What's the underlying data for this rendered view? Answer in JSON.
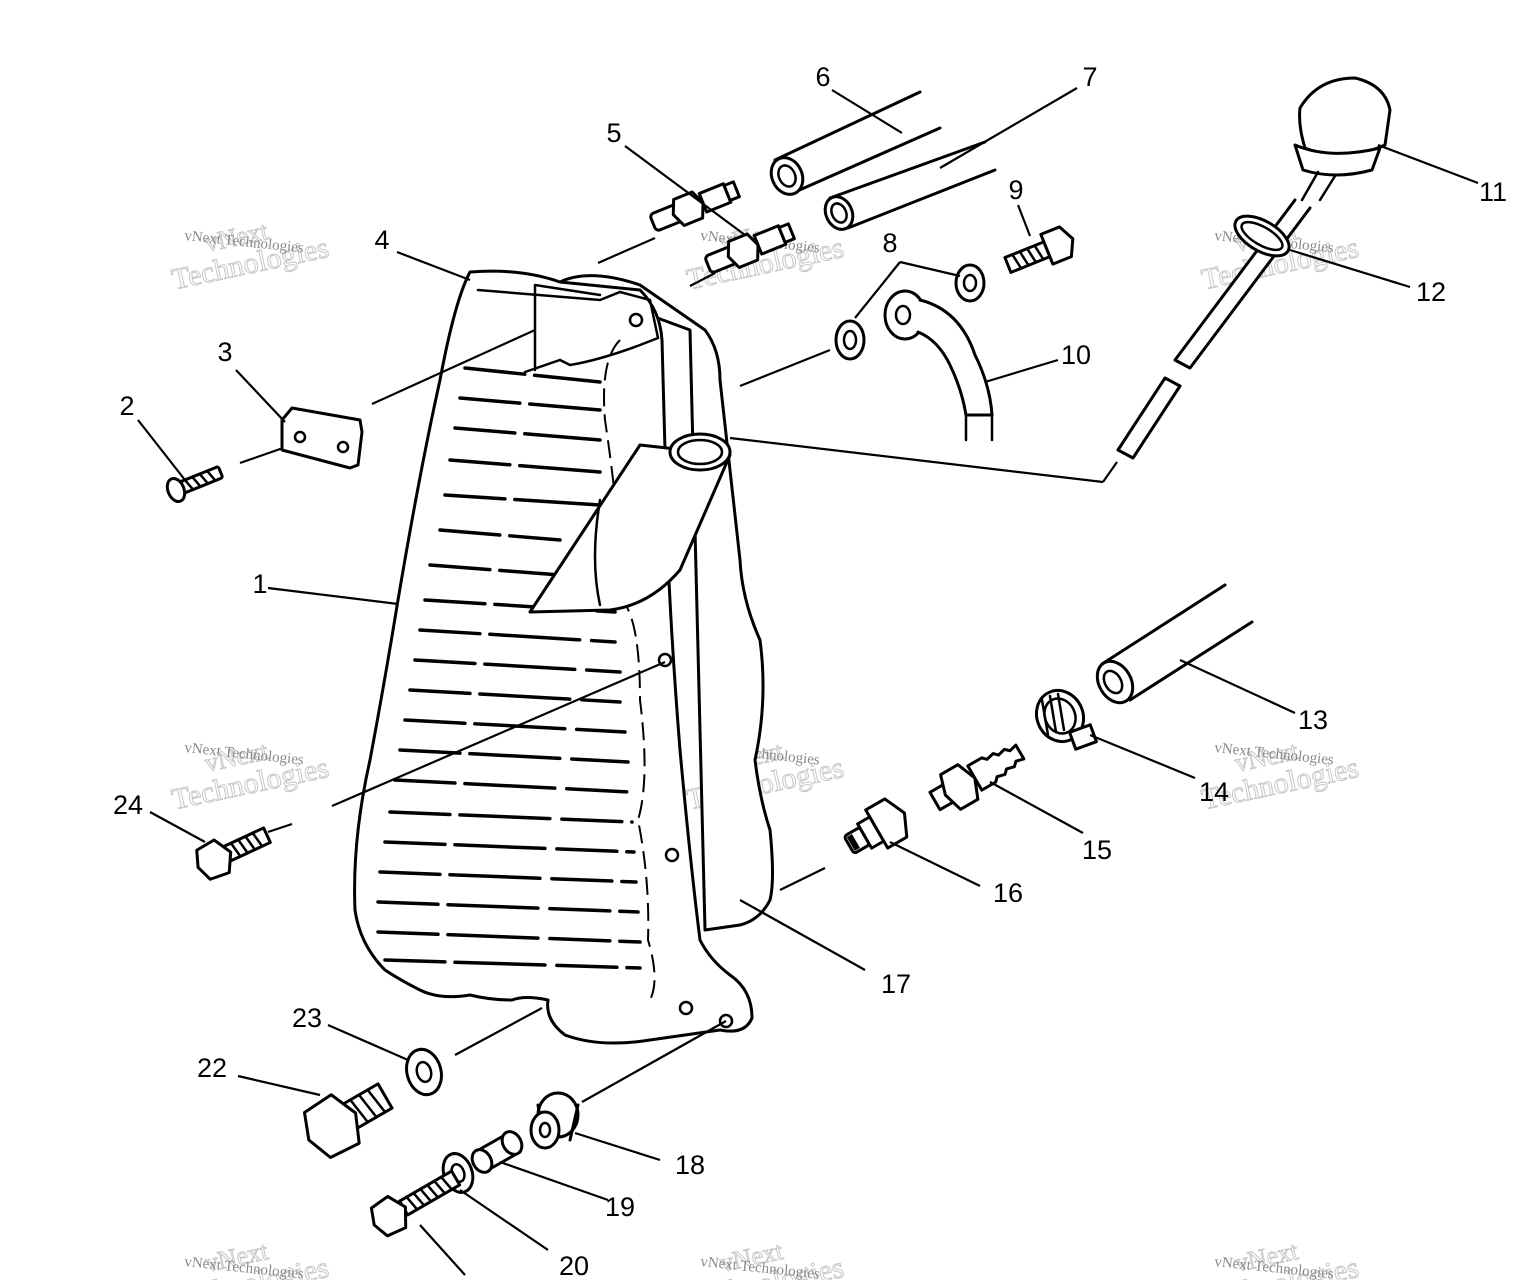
{
  "diagram": {
    "callouts": [
      "1",
      "2",
      "3",
      "4",
      "5",
      "6",
      "7",
      "8",
      "9",
      "10",
      "11",
      "12",
      "13",
      "14",
      "15",
      "16",
      "17",
      "18",
      "19",
      "20",
      "22",
      "23",
      "24"
    ],
    "watermark": {
      "brand": "vNext",
      "line": "Technologies",
      "small": "vNext Technologies"
    }
  }
}
